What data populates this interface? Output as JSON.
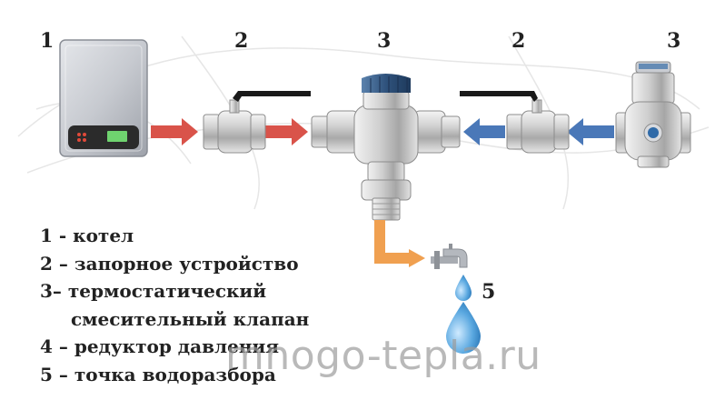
{
  "numbers": {
    "n1": "1",
    "n2a": "2",
    "n3a": "3",
    "n2b": "2",
    "n3b": "3",
    "n5": "5"
  },
  "legend": [
    "1 - котел",
    "2 – запорное устройство",
    "3– термостатический",
    "смесительный клапан",
    "4 – редуктор давления",
    "5 – точка водоразбора"
  ],
  "watermark": "mnogo-tepla.ru",
  "colors": {
    "hot_arrow": "#d9534a",
    "cold_arrow": "#4a78b8",
    "mixed_pipe": "#f0a050",
    "water_drop": "#5aa8e0",
    "valve_handle": "#1a1a1a",
    "mixer_cap": "#3a5f8a",
    "boiler_display": "#6fd36f"
  }
}
